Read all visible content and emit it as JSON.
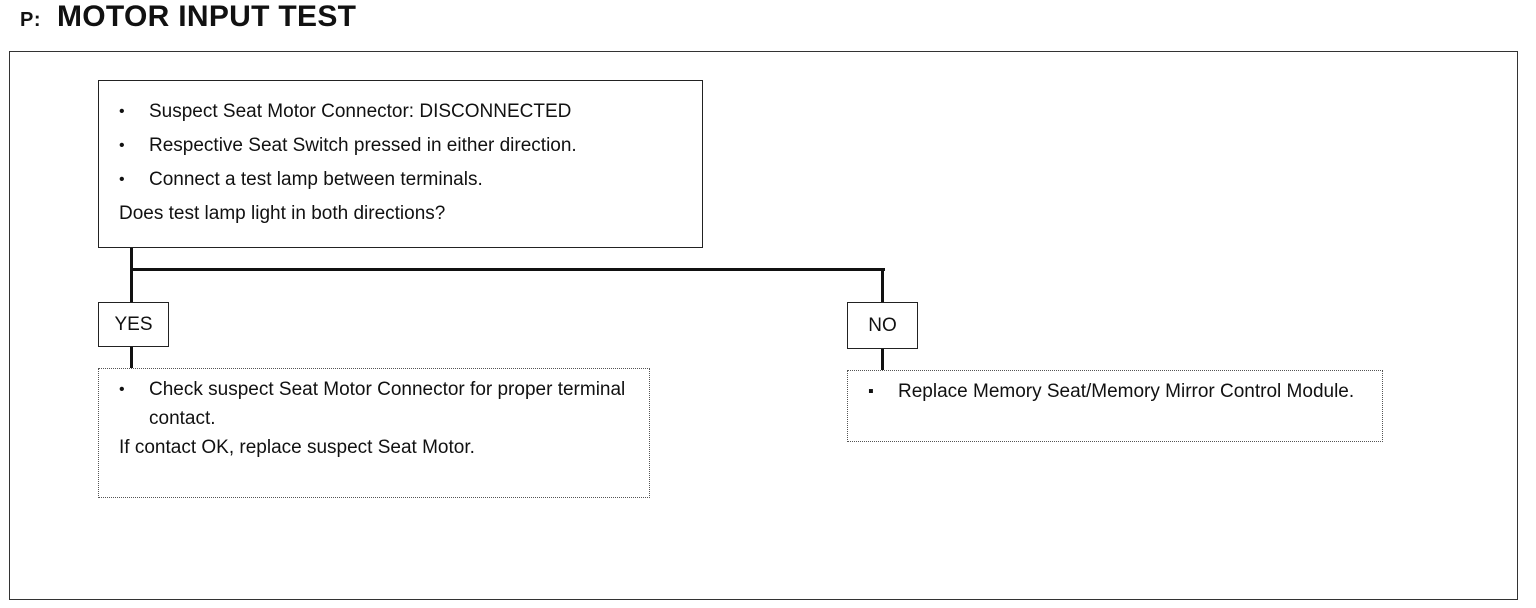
{
  "header": {
    "prefix": "P:",
    "title": "MOTOR INPUT TEST"
  },
  "question_box": {
    "bullets": [
      "Suspect Seat Motor Connector:  DISCONNECTED",
      "Respective Seat Switch pressed in either direction.",
      "Connect a test lamp between terminals."
    ],
    "question": "Does test lamp light in both directions?"
  },
  "yes_branch": {
    "label": "YES",
    "bullets": [
      "Check suspect Seat Motor Connector for proper terminal contact."
    ],
    "note": "If contact OK, replace suspect Seat Motor."
  },
  "no_branch": {
    "label": "NO",
    "bullets": [
      "Replace Memory Seat/Memory Mirror Control Module."
    ]
  },
  "bullet_glyph": "•",
  "square_bullet_glyph": "▪"
}
